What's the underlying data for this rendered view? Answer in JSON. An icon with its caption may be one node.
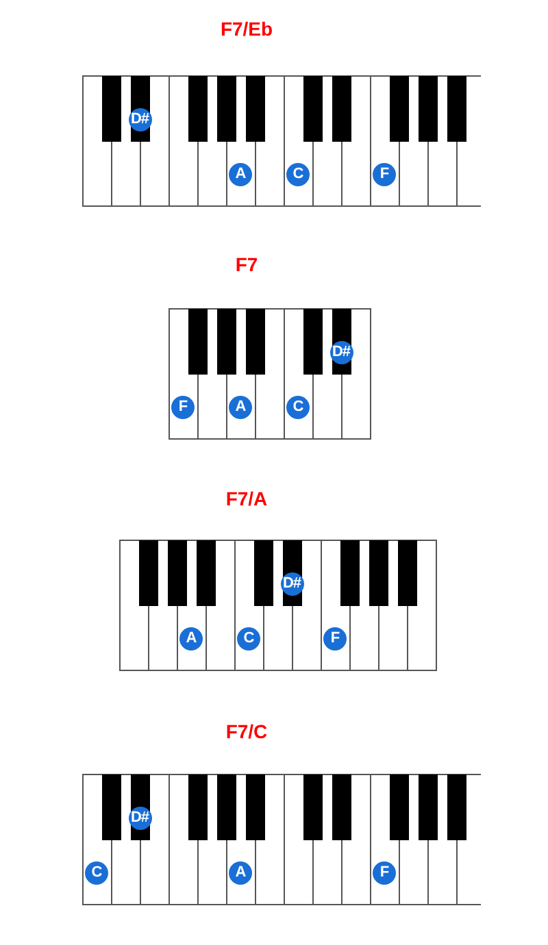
{
  "diagram": {
    "nodes": [
      {
        "text": [
          "F7/Eb"
        ]
      },
      {
        "text": [
          "D#"
        ],
        "in": 0
      },
      {
        "text": [
          "A"
        ],
        "in": 0
      },
      {
        "text": [
          "C"
        ],
        "in": 0
      },
      {
        "text": [
          "F"
        ],
        "in": 0
      },
      {
        "text": [
          "F7"
        ]
      },
      {
        "text": [
          "F"
        ],
        "in": 5
      },
      {
        "text": [
          "A"
        ],
        "in": 5
      },
      {
        "text": [
          "C"
        ],
        "in": 5
      },
      {
        "text": [
          "D#"
        ],
        "in": 5
      },
      {
        "text": [
          "F7/A"
        ]
      },
      {
        "text": [
          "A"
        ],
        "in": 10
      },
      {
        "text": [
          "C"
        ],
        "in": 10
      },
      {
        "text": [
          "D#"
        ],
        "in": 10
      },
      {
        "text": [
          "F"
        ],
        "in": 10
      },
      {
        "text": [
          "F7/C"
        ]
      },
      {
        "text": [
          "C"
        ],
        "in": 15
      },
      {
        "text": [
          "D#"
        ],
        "in": 15
      },
      {
        "text": [
          "A"
        ],
        "in": 15
      },
      {
        "text": [
          "F"
        ],
        "in": 15
      }
    ]
  }
}
